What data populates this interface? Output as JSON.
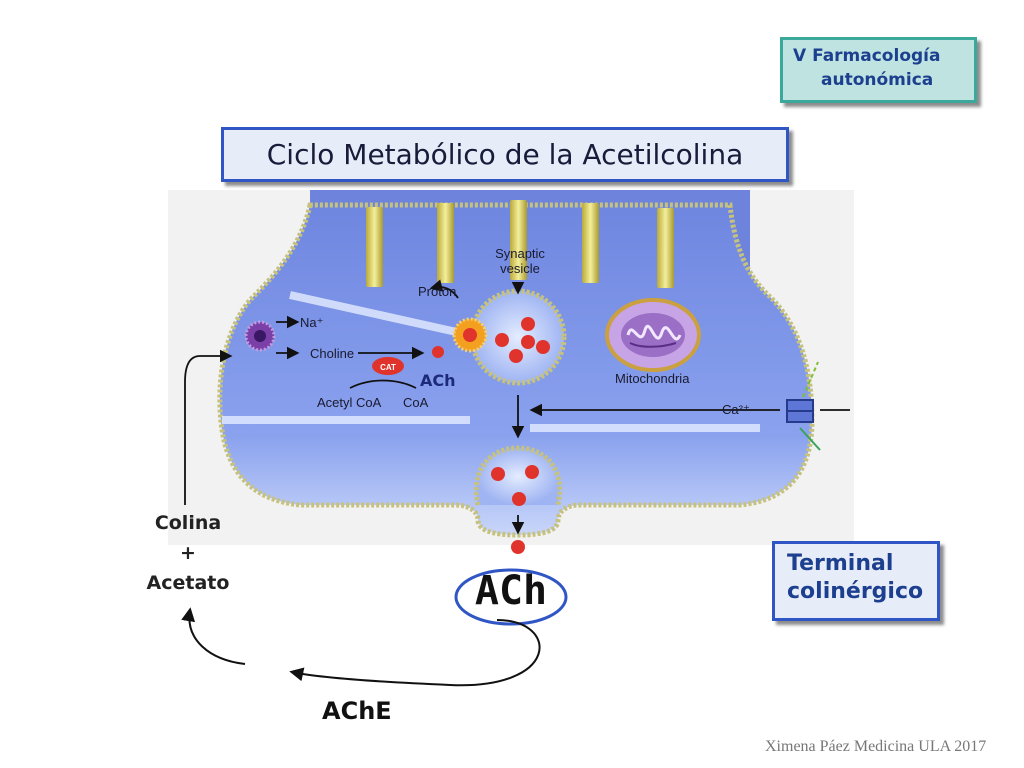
{
  "section_tag": {
    "line1": "V  Farmacología",
    "line2": "autonómica"
  },
  "title": "Ciclo Metabólico de la Acetilcolina",
  "terminal_box": {
    "line1": "Terminal",
    "line2": "colinérgico"
  },
  "diagram_labels": {
    "synaptic_vesicle_1": "Synaptic",
    "synaptic_vesicle_2": "vesicle",
    "proton": "Proton",
    "na": "Na⁺",
    "choline": "Choline",
    "cat": "CAT",
    "ach_small": "ACh",
    "acetyl_coa": "Acetyl CoA",
    "coa": "CoA",
    "mitochondria": "Mitochondria",
    "ca": "Ca²⁺"
  },
  "colina_group": {
    "line1": "Colina",
    "line2": "+",
    "line3": "Acetato"
  },
  "ach_main": "ACh",
  "ache": "AChE",
  "credit": "Ximena Páez Medicina ULA 2017",
  "colors": {
    "accent_blue": "#2f56c4",
    "teal": "#3aa99b",
    "cell_blue": "#7f97e6",
    "membrane_yellow": "#d9d27a",
    "molecule_red": "#e0332b"
  },
  "icons": [
    "purple-transporter-icon",
    "orange-proton-pump-icon",
    "mitochondrion-icon",
    "calcium-channel-icon"
  ]
}
